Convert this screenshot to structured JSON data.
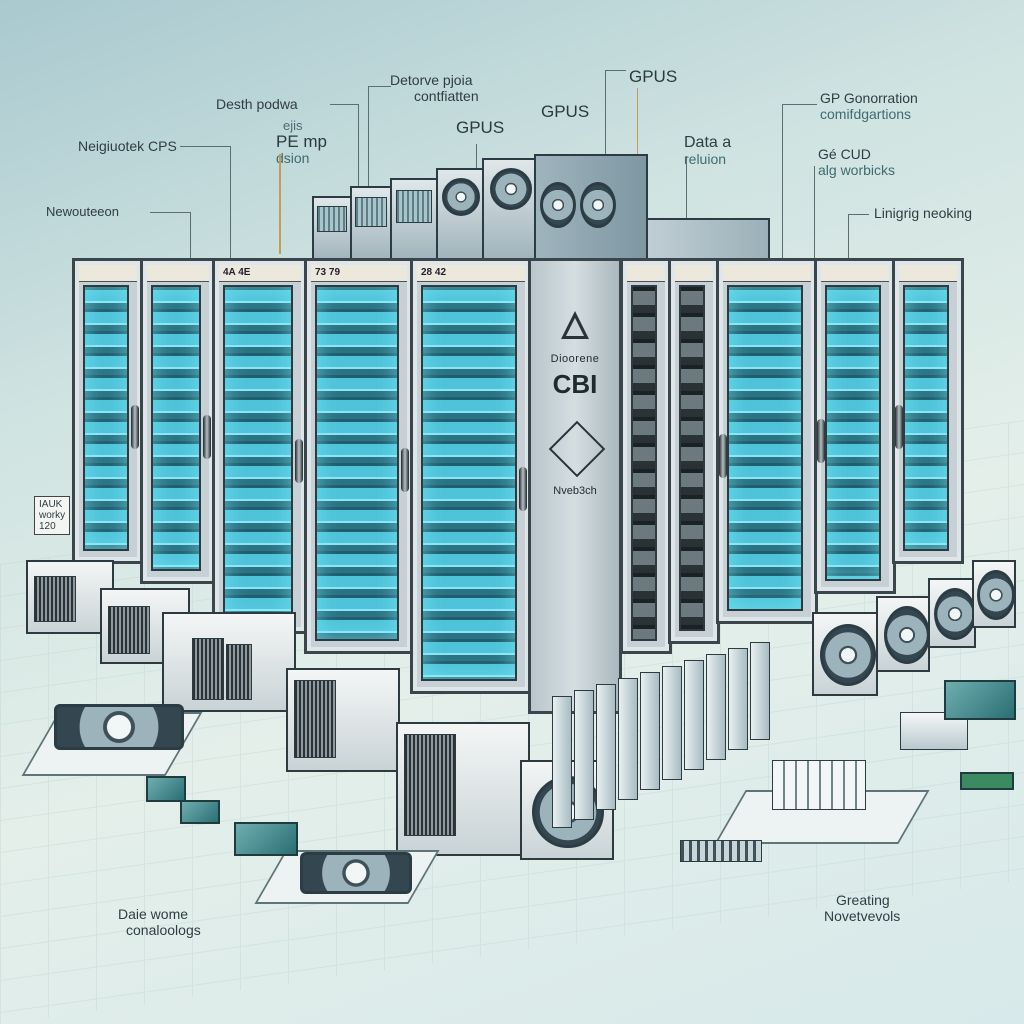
{
  "illustration": {
    "subject": "Isometric server cluster / GPU data center diagram",
    "palette": {
      "background": "#d6e8e6",
      "glass_glow": "#4fc3d9",
      "frame": "#3a464c",
      "metal": "#c6d0d5",
      "accent_leader": "#c89a5a"
    }
  },
  "labels": {
    "top_left_a": "Desth podwa",
    "top_left_b": {
      "line1": "ejis",
      "line2": ""
    },
    "top_left_c": {
      "line1": "PE mp",
      "line2": "dsion"
    },
    "top_center": {
      "line1": "Detorve pjoia",
      "line2": "contfiatten"
    },
    "gpus_1": "GPUS",
    "gpus_2": "GPUS",
    "gpus_3": "GPUS",
    "data": {
      "line1": "Data a",
      "line2": "reluion"
    },
    "gpu_generation": {
      "line1": "GP Gonorration",
      "line2": "comifdgartions"
    },
    "gpu_cud": {
      "line1": "Gé CUD",
      "line2": "alg worbicks"
    },
    "linking": "Linigrig neoking",
    "neighbor_cps": "Neigiuotek CPS",
    "newouteeon": "Newouteeon",
    "bottom_left": {
      "line1": "Daie wome",
      "line2": "conaloologs"
    },
    "bottom_right": {
      "line1": "Greating",
      "line2": "Novetvevols"
    },
    "left_sign": {
      "line1": "IAUK",
      "line2": "worky",
      "line3": "120"
    }
  },
  "racks": [
    {
      "id": "r1",
      "header": "",
      "style": "glow"
    },
    {
      "id": "r2",
      "header": "",
      "style": "glow"
    },
    {
      "id": "r3",
      "header": "4A  4E",
      "style": "glow"
    },
    {
      "id": "r4",
      "header": "73  79",
      "style": "glow"
    },
    {
      "id": "r5",
      "header": "28  42",
      "style": "glow"
    },
    {
      "id": "r6",
      "header": "",
      "style": "dark"
    },
    {
      "id": "r7",
      "header": "",
      "style": "dark"
    },
    {
      "id": "r8",
      "header": "",
      "style": "glow"
    },
    {
      "id": "r9",
      "header": "",
      "style": "glow"
    },
    {
      "id": "r10",
      "header": "",
      "style": "glow"
    }
  ],
  "center_panel": {
    "brand_top": "Dioorene",
    "brand_main": "CBI",
    "brand_bottom": "Nveb3ch"
  }
}
